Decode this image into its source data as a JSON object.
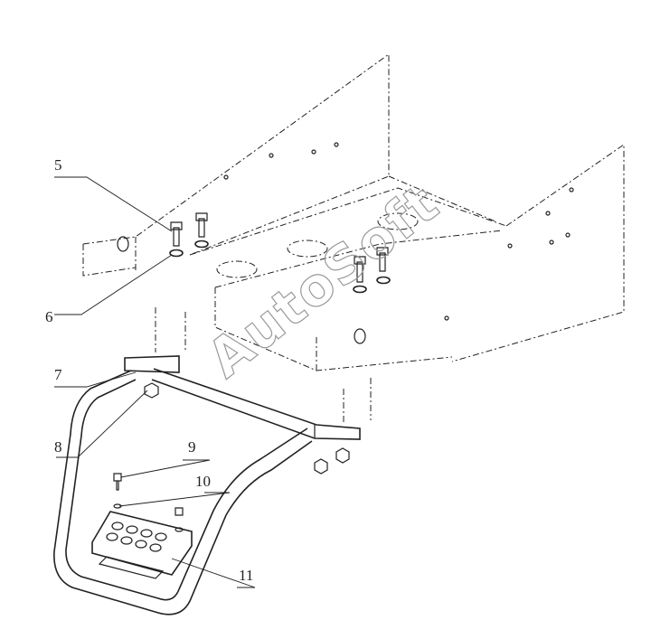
{
  "watermark": "AutoSoft",
  "callouts": [
    {
      "id": "5",
      "label": "5"
    },
    {
      "id": "6",
      "label": "6"
    },
    {
      "id": "7",
      "label": "7"
    },
    {
      "id": "8",
      "label": "8"
    },
    {
      "id": "9",
      "label": "9"
    },
    {
      "id": "10",
      "label": "10"
    },
    {
      "id": "11",
      "label": "11"
    }
  ]
}
